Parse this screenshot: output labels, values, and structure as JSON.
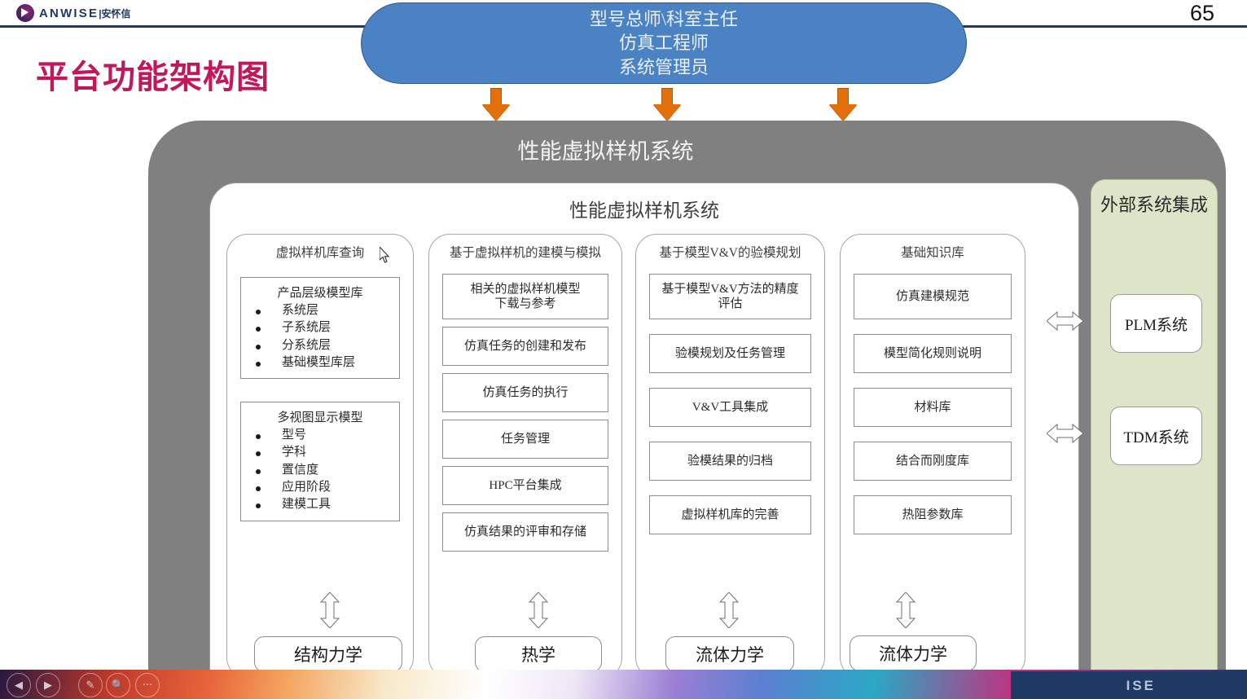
{
  "header": {
    "logo_text": "ANWISE",
    "logo_text_cn": "|安怀信",
    "page_number": "65"
  },
  "slide": {
    "title": "平台功能架构图"
  },
  "roles_banner": {
    "lines": [
      "型号总师\\科室主任",
      "仿真工程师",
      "系统管理员"
    ],
    "fill_color": "#4a82c4"
  },
  "system": {
    "title": "性能虚拟样机系统",
    "inner_title": "性能虚拟样机系统",
    "fill_color": "#808080"
  },
  "columns": [
    {
      "title": "虚拟样机库查询",
      "lists": [
        {
          "title": "产品层级模型库",
          "items": [
            "系统层",
            "子系统层",
            "分系统层",
            "基础模型库层"
          ]
        },
        {
          "title": "多视图显示模型",
          "items": [
            "型号",
            "学科",
            "置信度",
            "应用阶段",
            "建模工具"
          ]
        }
      ]
    },
    {
      "title": "基于虚拟样机的建模与模拟",
      "items": [
        "相关的虚拟样机模型\n下载与参考",
        "仿真任务的创建和发布",
        "仿真任务的执行",
        "任务管理",
        "HPC平台集成",
        "仿真结果的评审和存储"
      ]
    },
    {
      "title": "基于模型V&V的验模规划",
      "items": [
        "基于模型V&V方法的精度\n评估",
        "验模规划及任务管理",
        "V&V工具集成",
        "验模结果的归档",
        "虚拟样机库的完善"
      ]
    },
    {
      "title": "基础知识库",
      "items": [
        "仿真建模规范",
        "模型简化规则说明",
        "材料库",
        "结合而刚度库",
        "热阻参数库"
      ]
    }
  ],
  "external": {
    "title": "外部系统集成",
    "fill_color": "#dde5c8",
    "systems": [
      "PLM系统",
      "TDM系统"
    ]
  },
  "disciplines": [
    "结构力学",
    "热学",
    "流体力学",
    "流体力学"
  ],
  "taskbar": {
    "prev_icon": "◀",
    "next_icon": "▶",
    "pen_icon": "✎",
    "zoom_icon": "🔍",
    "more_icon": "···",
    "footer_logo": "ISE"
  }
}
